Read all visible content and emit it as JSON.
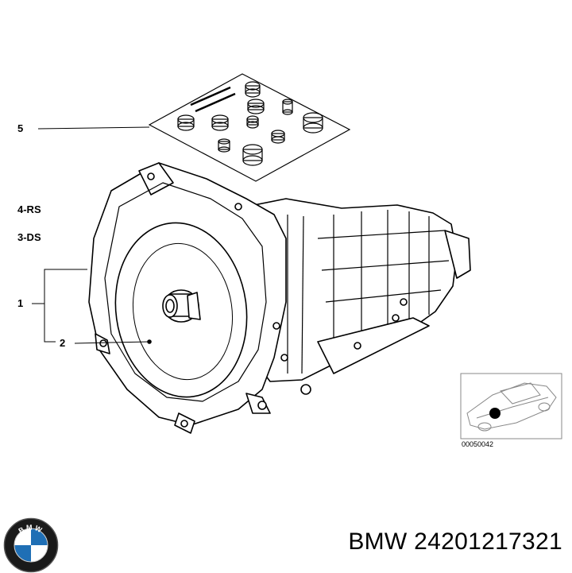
{
  "callouts": {
    "c5": "5",
    "c4": "4-RS",
    "c3": "3-DS",
    "c1": "1",
    "c2": "2"
  },
  "inset": {
    "reference_number": "00050042"
  },
  "brand": {
    "logo_letters": "BMW",
    "logo_icon": "bmw-roundel-icon"
  },
  "part_label": "BMW 24201217321",
  "colors": {
    "line": "#000000",
    "background": "#ffffff",
    "inset_border": "#888888",
    "logo_blue": "#1f6fb5"
  }
}
